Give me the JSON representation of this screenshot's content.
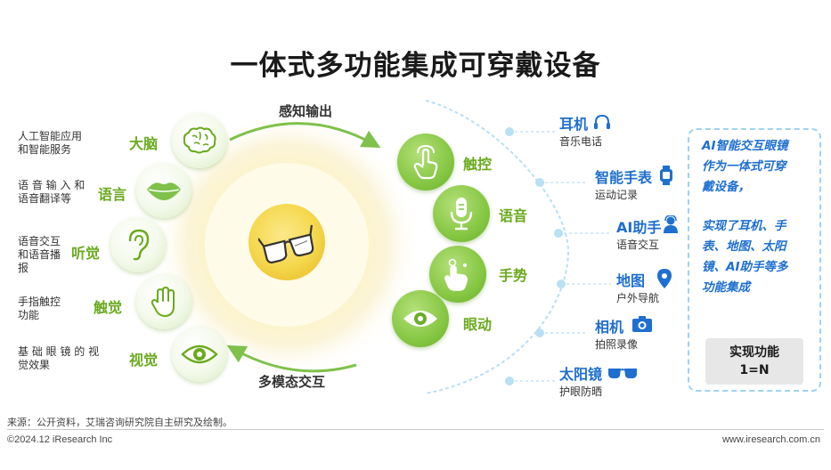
{
  "title": "一体式多功能集成可穿戴设备",
  "arc_labels": {
    "top": "感知输出",
    "bottom": "多模态交互"
  },
  "left_items": [
    {
      "label": "大脑",
      "desc": [
        "人工智能应用",
        "和智能服务"
      ],
      "icon": "brain-icon"
    },
    {
      "label": "语言",
      "desc": [
        "语 音 输 入 和",
        "语音翻译等"
      ],
      "icon": "lips-icon"
    },
    {
      "label": "听觉",
      "desc": [
        "语音交互",
        "和语音播",
        "报"
      ],
      "icon": "ear-icon"
    },
    {
      "label": "触觉",
      "desc": [
        "手指触控",
        "功能"
      ],
      "icon": "hand-touch-icon"
    },
    {
      "label": "视觉",
      "desc": [
        "基 础 眼 镜 的 视",
        "觉效果"
      ],
      "icon": "eye-icon"
    }
  ],
  "center": {
    "icon": "smart-glasses-icon"
  },
  "middle_items": [
    {
      "label": "触控",
      "icon": "touch-finger-icon"
    },
    {
      "label": "语音",
      "icon": "microphone-icon"
    },
    {
      "label": "手势",
      "icon": "gesture-hand-icon"
    },
    {
      "label": "眼动",
      "icon": "eye-icon"
    }
  ],
  "right_items": [
    {
      "title": "耳机",
      "sub": "音乐电话",
      "icon": "headphones-icon"
    },
    {
      "title": "智能手表",
      "sub": "运动记录",
      "icon": "smartwatch-icon"
    },
    {
      "title": "AI助手",
      "sub": "语音交互",
      "icon": "person-icon"
    },
    {
      "title": "地图",
      "sub": "户外导航",
      "icon": "map-pin-icon"
    },
    {
      "title": "相机",
      "sub": "拍照录像",
      "icon": "camera-icon"
    },
    {
      "title": "太阳镜",
      "sub": "护眼防晒",
      "icon": "sunglasses-icon"
    }
  ],
  "side_box": {
    "lines1": [
      "AI智能交互眼镜",
      "作为一体式可穿",
      "戴设备，"
    ],
    "lines2": [
      "实现了耳机、手",
      "表、地图、太阳",
      "镜、AI助手等多",
      "功能集成"
    ],
    "func_title": "实现功能",
    "func_value": "1=N"
  },
  "footnote": "来源：公开资料，艾瑞咨询研究院自主研究及绘制。",
  "copyright": "©2024.12 iResearch Inc",
  "website": "www.iresearch.com.cn",
  "colors": {
    "green": "#6aaa1e",
    "blue": "#1e6fcf",
    "light_blue": "#b9e0f3",
    "yellow": "#f6dd5e"
  }
}
